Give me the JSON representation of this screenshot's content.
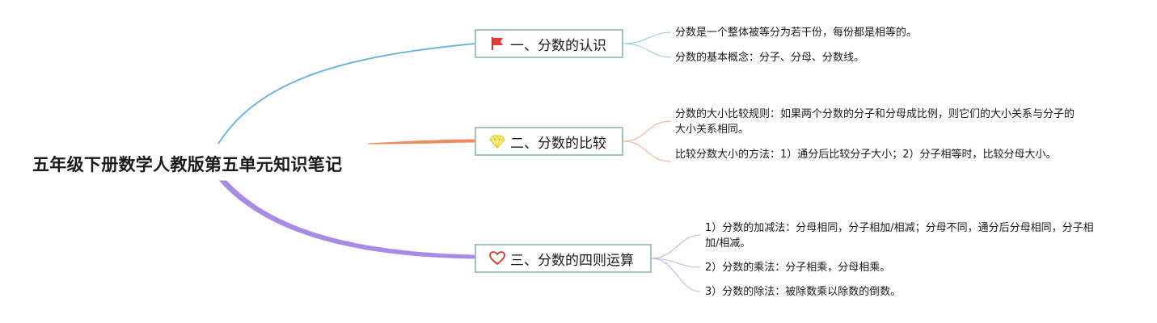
{
  "root": {
    "title": "五年级下册数学人教版第五单元知识笔记"
  },
  "branches": [
    {
      "title": "一、分数的认识",
      "icon": "red-flag-icon",
      "color": "#6cb8d9",
      "leaves": [
        "分数是一个整体被等分为若干份，每份都是相等的。",
        "分数的基本概念：分子、分母、分数线。"
      ]
    },
    {
      "title": "二、分数的比较",
      "icon": "diamond-icon",
      "color": "#f08a5d",
      "leaves": [
        "分数的大小比较规则：如果两个分数的分子和分母成比例，则它们的大小关系与分子的大小关系相同。",
        "比较分数大小的方法：1）通分后比较分子大小；2）分子相等时，比较分母大小。"
      ]
    },
    {
      "title": "三、分数的四则运算",
      "icon": "heart-icon",
      "color": "#a98be6",
      "leaves": [
        "1）分数的加减法：分母相同，分子相加/相减；分母不同，通分后分母相同，分子相加/相减。",
        "2）分数的乘法：分子相乘，分母相乘。",
        "3）分数的除法：被除数乘以除数的倒数。"
      ]
    }
  ]
}
